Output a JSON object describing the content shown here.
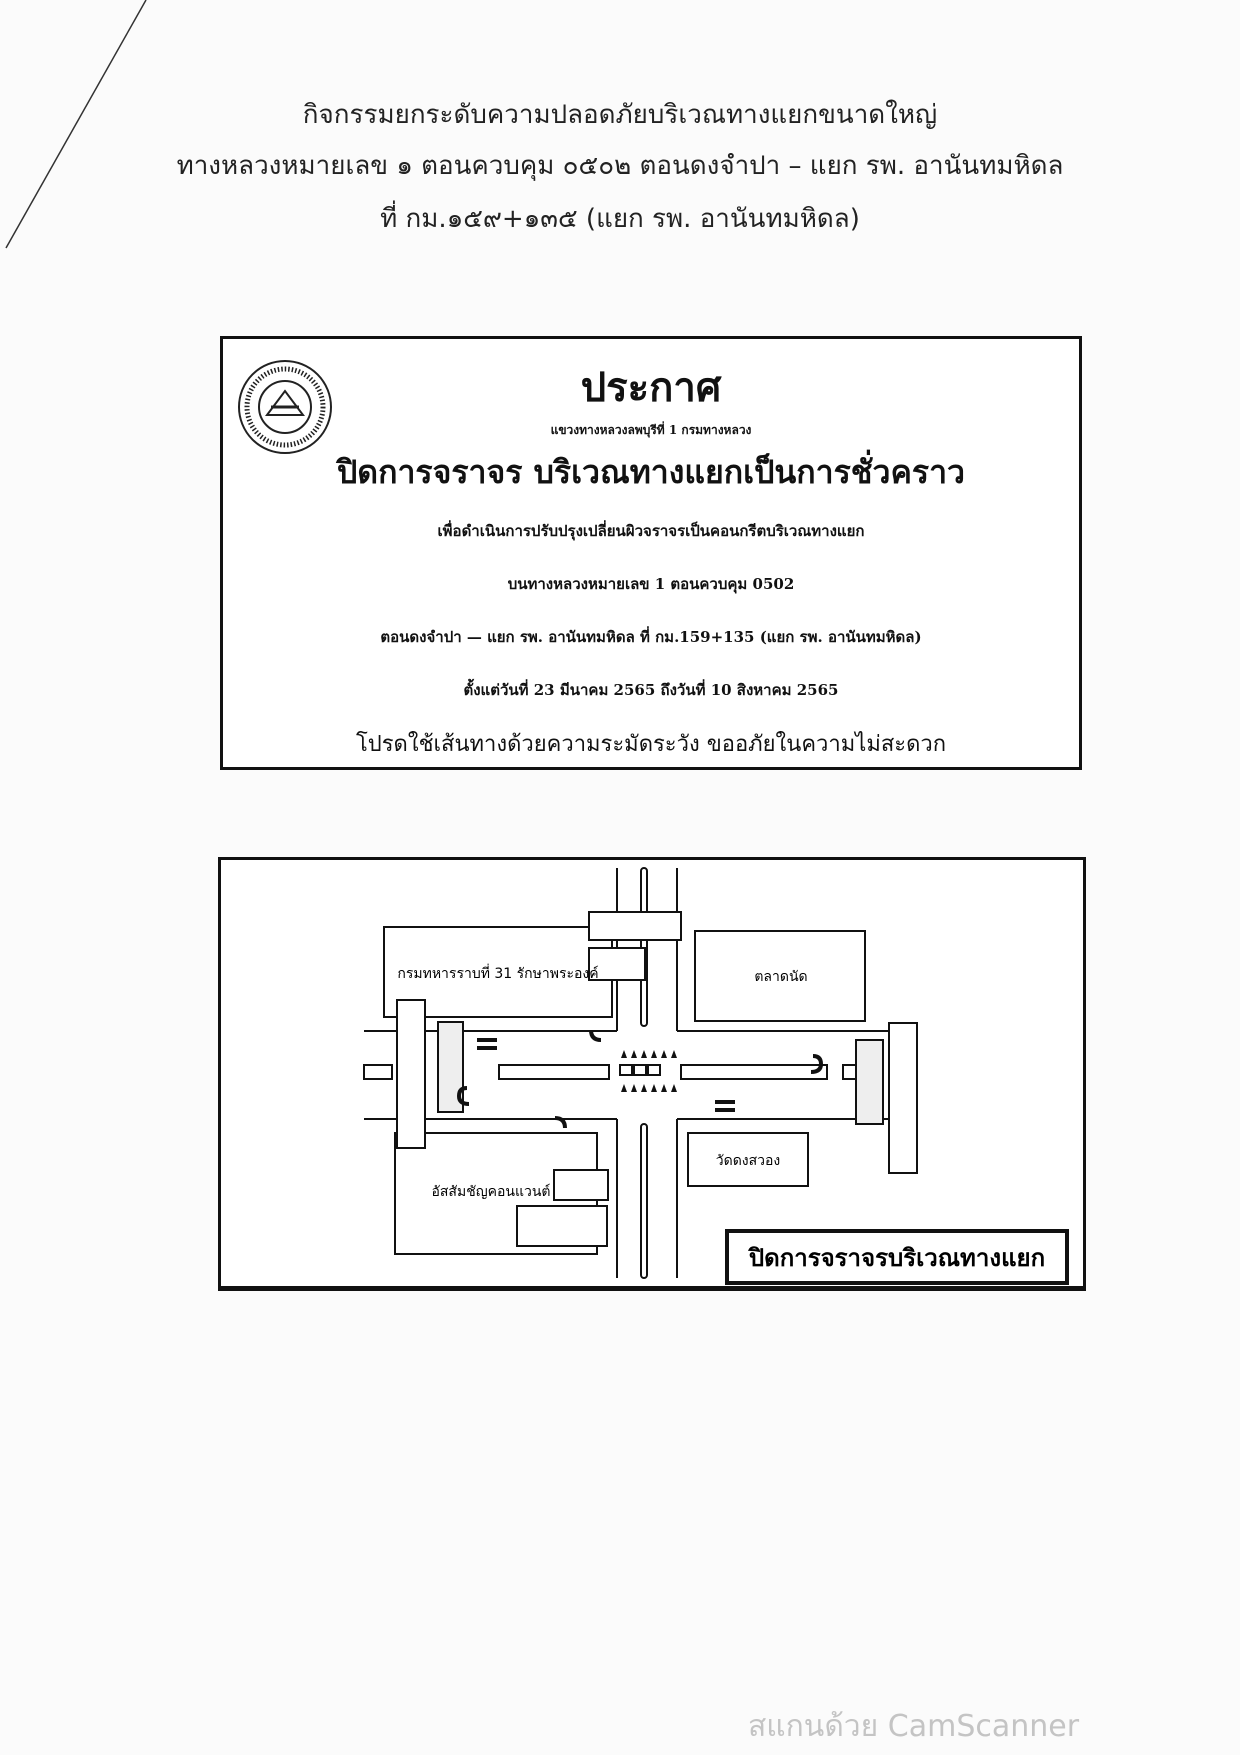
{
  "header": {
    "line1": "กิจกรรมยกระดับความปลอดภัยบริเวณทางแยกขนาดใหญ่",
    "line2": "ทางหลวงหมายเลข ๑  ตอนควบคุม ๐๕๐๒  ตอนดงจำปา – แยก รพ. อานันทมหิดล",
    "line3": "ที่ กม.๑๕๙+๑๓๕ (แยก รพ. อานันทมหิดล)"
  },
  "notice": {
    "title": "ประกาศ",
    "issuer": "แขวงทางหลวงลพบุรีที่ 1   กรมทางหลวง",
    "heading": "ปิดการจราจร  บริเวณทางแยกเป็นการชั่วคราว",
    "purpose": "เพื่อดำเนินการปรับปรุงเปลี่ยนผิวจราจรเป็นคอนกรีตบริเวณทางแยก",
    "route": "บนทางหลวงหมายเลข 1  ตอนควบคุม 0502",
    "section": "ตอนดงจำปา — แยก รพ. อานันทมหิดล ที่ กม.159+135 (แยก รพ. อานันทมหิดล)",
    "period": "ตั้งแต่วันที่ 23 มีนาคม 2565 ถึงวันที่ 10 สิงหาคม 2565",
    "advice": "โปรดใช้เส้นทางด้วยความระมัดระวัง  ขออภัยในความไม่สะดวก"
  },
  "map": {
    "landmark_nw": "กรมทหารราบที่ 31 รักษาพระองค์",
    "landmark_ne": "ตลาดนัด",
    "landmark_sw": "อัสสัมชัญคอนแวนต์",
    "landmark_se": "วัดดงสวอง",
    "closure_label": "ปิดการจราจรบริเวณทางแยก"
  },
  "watermark": "สแกนด้วย CamScanner"
}
